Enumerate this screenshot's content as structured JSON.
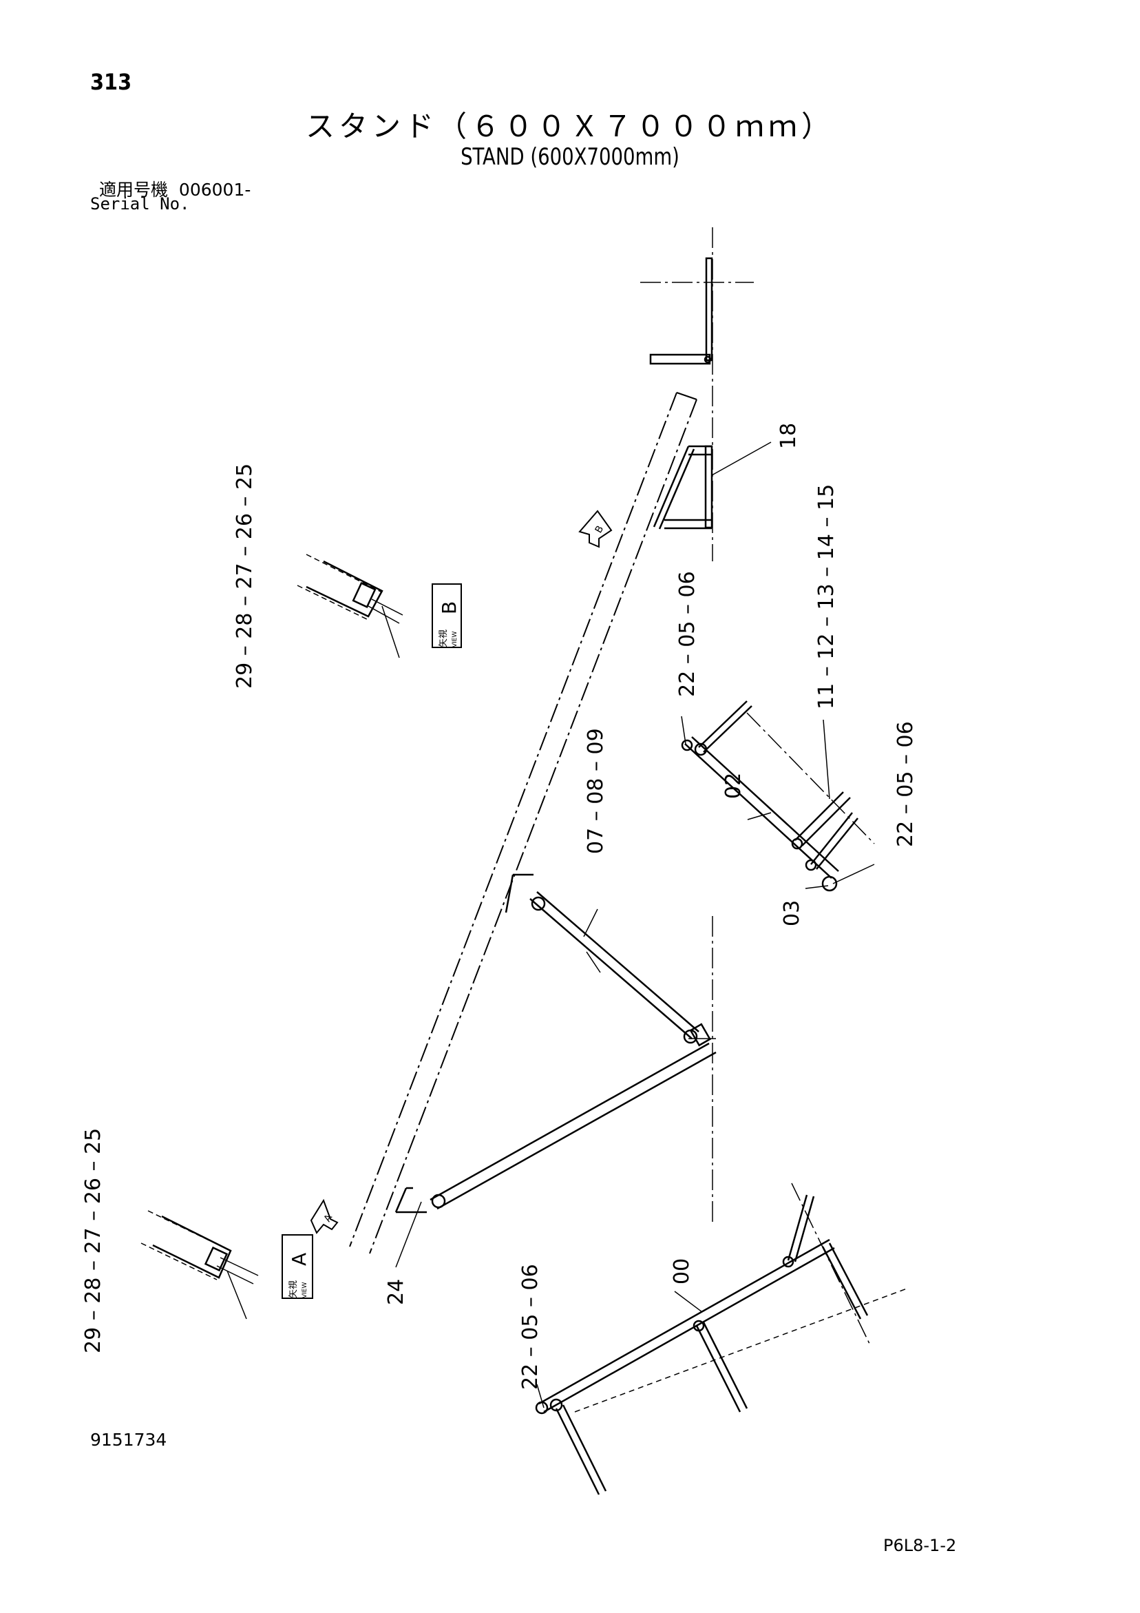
{
  "header": {
    "page_number": "313",
    "title_ja": "スタンド（６００Ｘ７０００ｍｍ）",
    "title_en": "STAND (600X7000mm)",
    "serial_label_ja": "適用号機",
    "serial_value": "006001-",
    "serial_label_en": "Serial No."
  },
  "footer": {
    "doc_number": "9151734",
    "ref_code": "P6L8-1-2"
  },
  "callouts": {
    "part_18": "18",
    "part_24": "24",
    "part_00": "00",
    "part_02": "02",
    "part_03": "03",
    "group_07": "07 – 08 – 09",
    "group_11": "11 – 12 – 13 – 14 – 15",
    "group_22_top": "22 – 05 – 06",
    "group_22_right": "22 – 05 – 06",
    "group_22_bottom": "22 – 05 – 06",
    "group_29_b": "29 – 28 – 27 – 26 – 25",
    "group_29_a": "29 – 28 – 27 – 26 – 25"
  },
  "views": {
    "view_b_letter": "B",
    "view_a_letter": "A",
    "view_label_ja": "矢視",
    "view_label_en": "VIEW",
    "arrow_b": "B",
    "arrow_a": "A"
  }
}
